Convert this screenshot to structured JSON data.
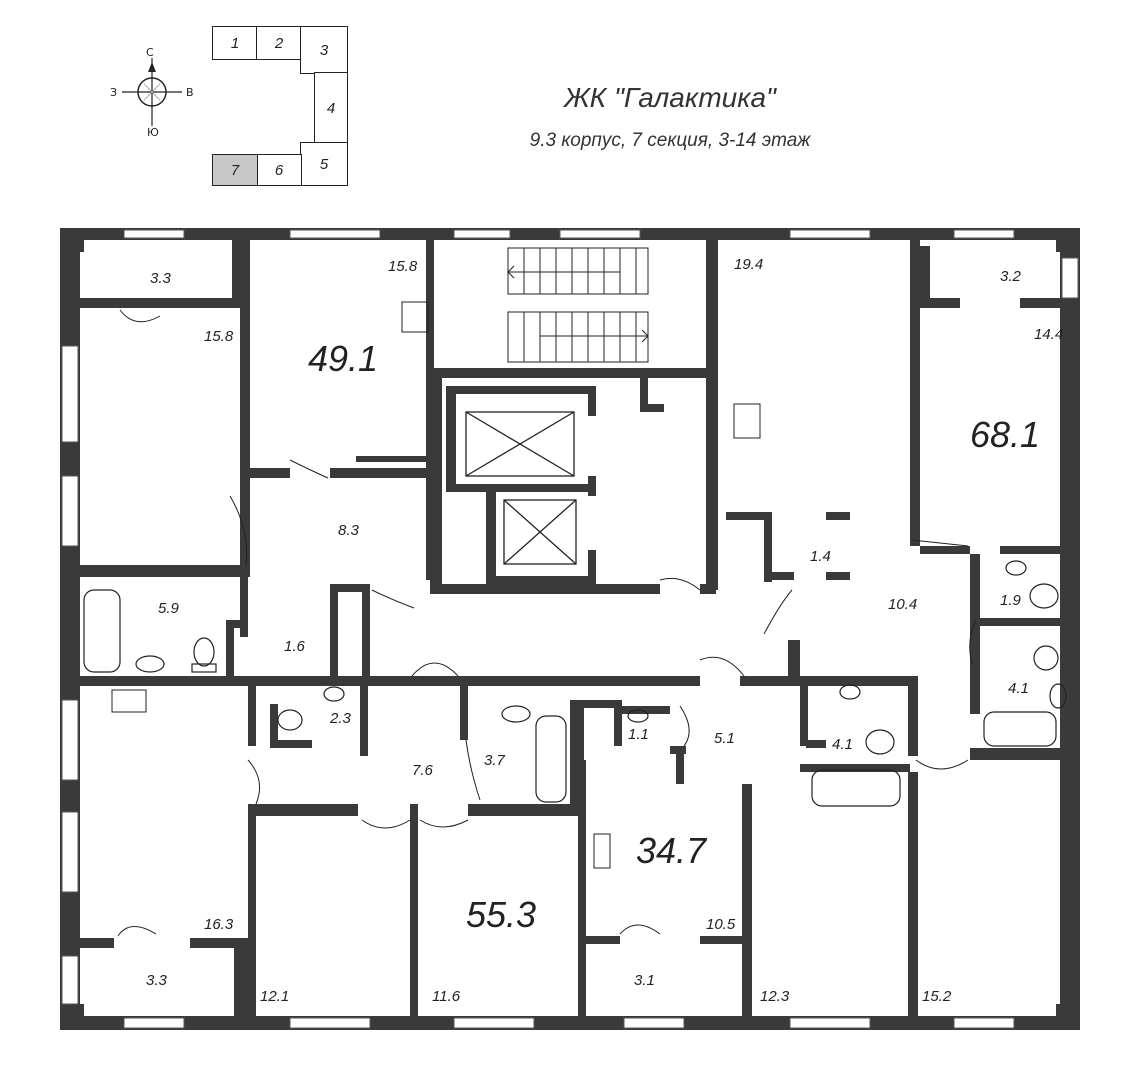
{
  "header": {
    "title": "ЖК \"Галактика\"",
    "subtitle": "9.3 корпус, 7 секция, 3-14 этаж"
  },
  "compass": {
    "north": "С",
    "south": "Ю",
    "west": "З",
    "east": "В"
  },
  "key_map": {
    "sections": [
      "1",
      "2",
      "3",
      "4",
      "5",
      "6",
      "7"
    ],
    "active": "7"
  },
  "apartments": {
    "a49": {
      "area": "49.1"
    },
    "a68": {
      "area": "68.1"
    },
    "a55": {
      "area": "55.3"
    },
    "a35": {
      "area": "34.7"
    }
  },
  "rooms": {
    "r1": "3.3",
    "r2": "15.8",
    "r3": "15.8",
    "r4": "8.3",
    "r5": "5.9",
    "r6": "1.6",
    "r7": "19.4",
    "r8": "3.2",
    "r9": "14.4",
    "r10": "1.4",
    "r11": "10.4",
    "r12": "1.9",
    "r13": "4.1",
    "r14": "2.3",
    "r15": "7.6",
    "r16": "3.7",
    "r17": "1.1",
    "r18": "5.1",
    "r19": "4.1",
    "r20": "16.3",
    "r21": "3.3",
    "r22": "12.1",
    "r23": "11.6",
    "r24": "10.5",
    "r25": "3.1",
    "r26": "12.3",
    "r27": "15.2"
  },
  "colors": {
    "wall": "#3a3a3a",
    "line": "#222222",
    "active_section": "#c8c8c8"
  }
}
